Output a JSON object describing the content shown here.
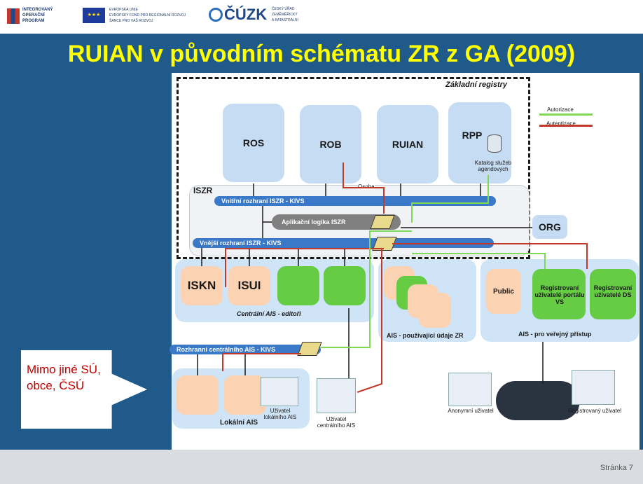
{
  "header": {
    "logo_iop_lines": [
      "INTEGROVANÝ",
      "OPERAČNÍ",
      "PROGRAM"
    ],
    "logo_eu_lines": [
      "EVROPSKÁ UNIE",
      "EVROPSKÝ FOND PRO REGIONÁLNÍ ROZVOJ",
      "ŠANCE PRO VÁŠ ROZVOJ"
    ],
    "logo_cuzk": "ČÚZK",
    "logo_cuzk_lines": [
      "ČESKÝ ÚŘAD",
      "ZEMĚMĚŘICKÝ",
      "A KATASTRÁLNÍ"
    ]
  },
  "title": "RUIAN v původním schématu ZR z GA (2009)",
  "diagram": {
    "zakladni_registry": "Základní registry",
    "registers": [
      "ROS",
      "ROB",
      "RUIAN",
      "RPP"
    ],
    "katalog": "Katalog služeb agendových",
    "legend": {
      "autorizace": "Autorizace",
      "autentizace": "Autentizace"
    },
    "iszr": "ISZR",
    "vnitrni": "Vnitřní rozhraní ISZR - KIVS",
    "osoba": "Osoba",
    "aplikacni": "Aplikační logika ISZR",
    "vnejsi": "Vnější rozhraní ISZR - KIVS",
    "org": "ORG",
    "iskn": "ISKN",
    "isui": "ISUI",
    "centralni": "Centrální AIS - editoři",
    "ais_pouzivajici": "AIS - používající údaje ZR",
    "public": "Public",
    "registrovani_vs": "Registrovaní uživatelé portálu VS",
    "registrovani_ds": "Registrovaní uživatelé DS",
    "ais_verejny": "AIS - pro veřejný přístup",
    "rozhrani_centralniho": "Rozhranní centrálního AIS - KIVS",
    "mimo_jine": "Mimo jiné SÚ, obce, ČSÚ",
    "lokalni": "Lokální AIS",
    "uzivatel_lokalniho": "Uživatel lokálního AIS",
    "uzivatel_centralniho": "Uživatel centrálního AIS",
    "anonymni": "Anonymní uživatel",
    "registrovany": "Registrovaný uživatel"
  },
  "footer": {
    "page": "Stránka 7"
  },
  "colors": {
    "background": "#1f5a8a",
    "title": "#ffff00",
    "arrow_red": "#c0392b",
    "arrow_green": "#7ed957"
  }
}
